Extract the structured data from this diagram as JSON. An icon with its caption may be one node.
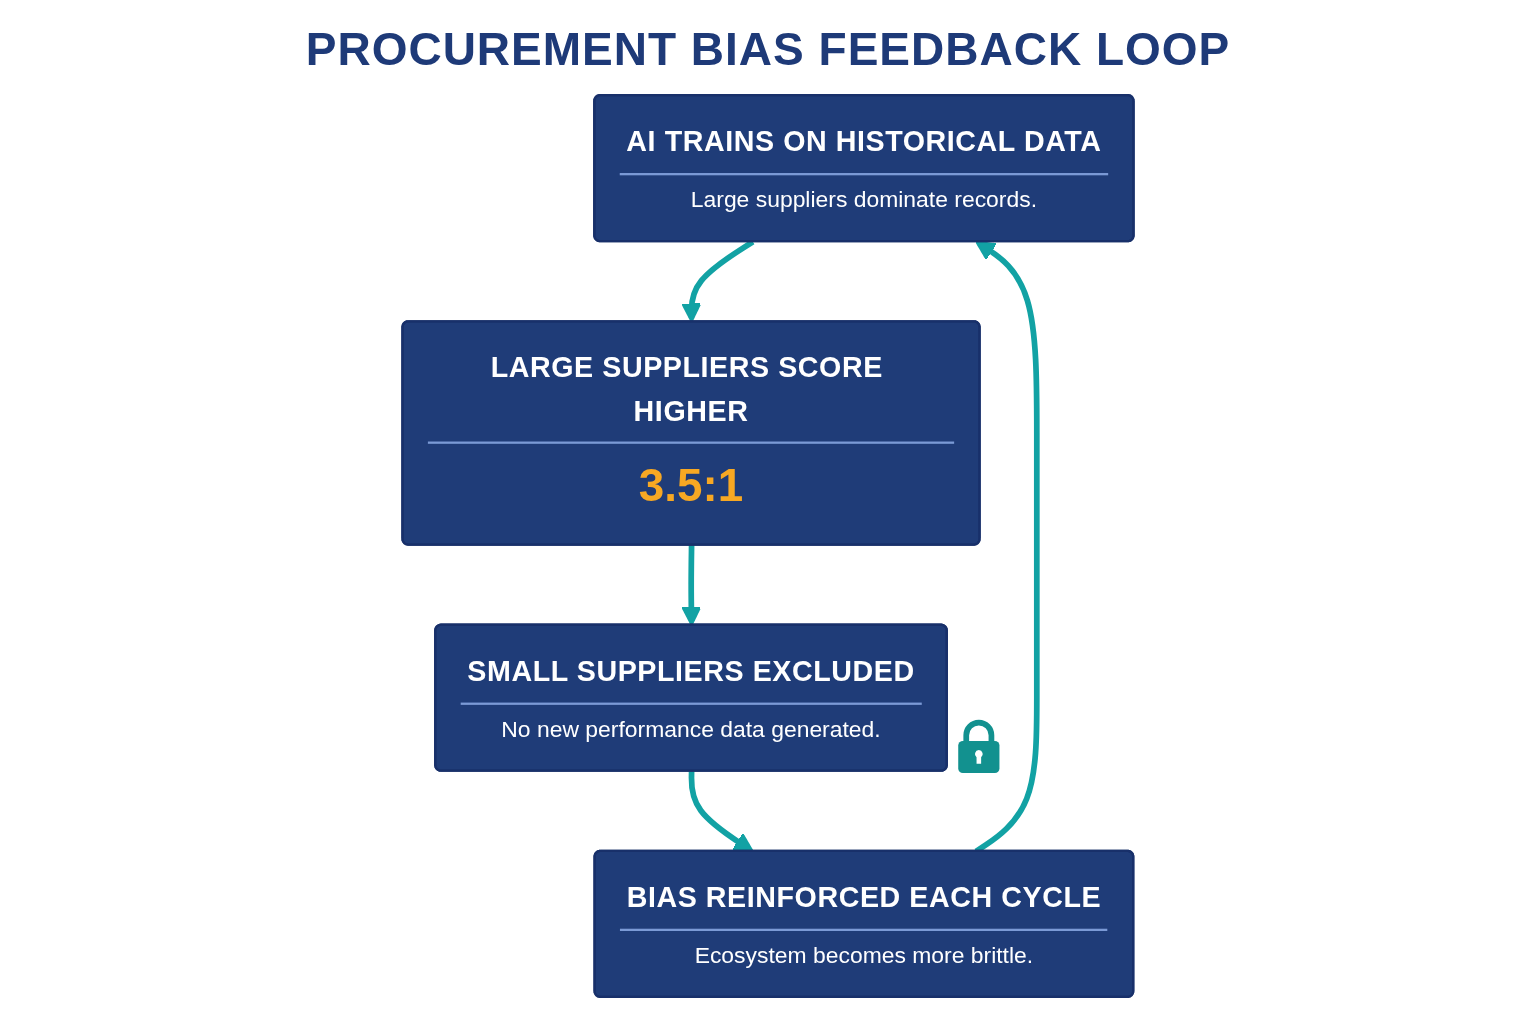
{
  "diagram": {
    "title": "PROCUREMENT BIAS FEEDBACK LOOP",
    "nodes": [
      {
        "text": [
          "AI TRAINS ON HISTORICAL DATA",
          "Large suppliers dominate records."
        ]
      },
      {
        "text": [
          "LARGE SUPPLIERS SCORE HIGHER",
          "3.5:1"
        ]
      },
      {
        "text": [
          "SMALL SUPPLIERS EXCLUDED",
          "No new performance data generated."
        ]
      },
      {
        "text": [
          "BIAS REINFORCED EACH CYCLE",
          "Ecosystem becomes more brittle."
        ]
      }
    ],
    "edges": [
      {
        "from": 0,
        "to": 1,
        "arrow": "to"
      },
      {
        "from": 1,
        "to": 2,
        "arrow": "to"
      },
      {
        "from": 2,
        "to": 3,
        "arrow": "to"
      },
      {
        "from": 3,
        "to": 0,
        "arrow": "to"
      }
    ]
  }
}
